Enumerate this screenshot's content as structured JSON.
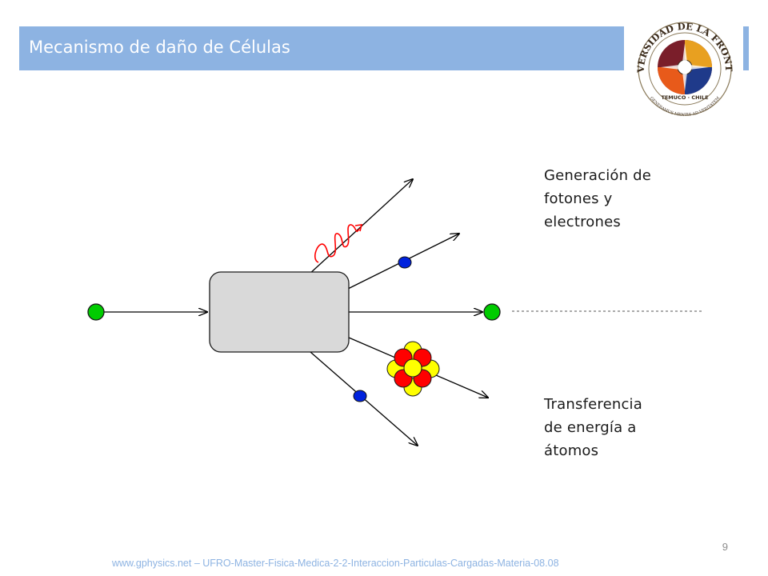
{
  "slide": {
    "title": "Mecanismo de daño de Células",
    "page_number": "9",
    "footer": "www.gphysics.net – UFRO-Master-Fisica-Medica-2-2-Interaccion-Particulas-Cargadas-Materia-08.08"
  },
  "logo": {
    "ring_text": "UNIVERSIDAD DE LA FRONTERA",
    "city": "TEMUCO · CHILE",
    "motto": "GENERAMUS MENTIS AD VERITATEM"
  },
  "labels": {
    "top": [
      "Generación de",
      "fotones y",
      "electrones"
    ],
    "bottom": [
      "Transferencia",
      "de energía a",
      "átomos"
    ]
  },
  "colors": {
    "title_bar": "#8db3e2",
    "incident_particle": "#00cc00",
    "electron": "#0022dd",
    "photon_wave": "#ff0000",
    "nucleus_red": "#ff0000",
    "nucleus_yellow": "#ffff00",
    "target_box": "#d9d9d9"
  }
}
